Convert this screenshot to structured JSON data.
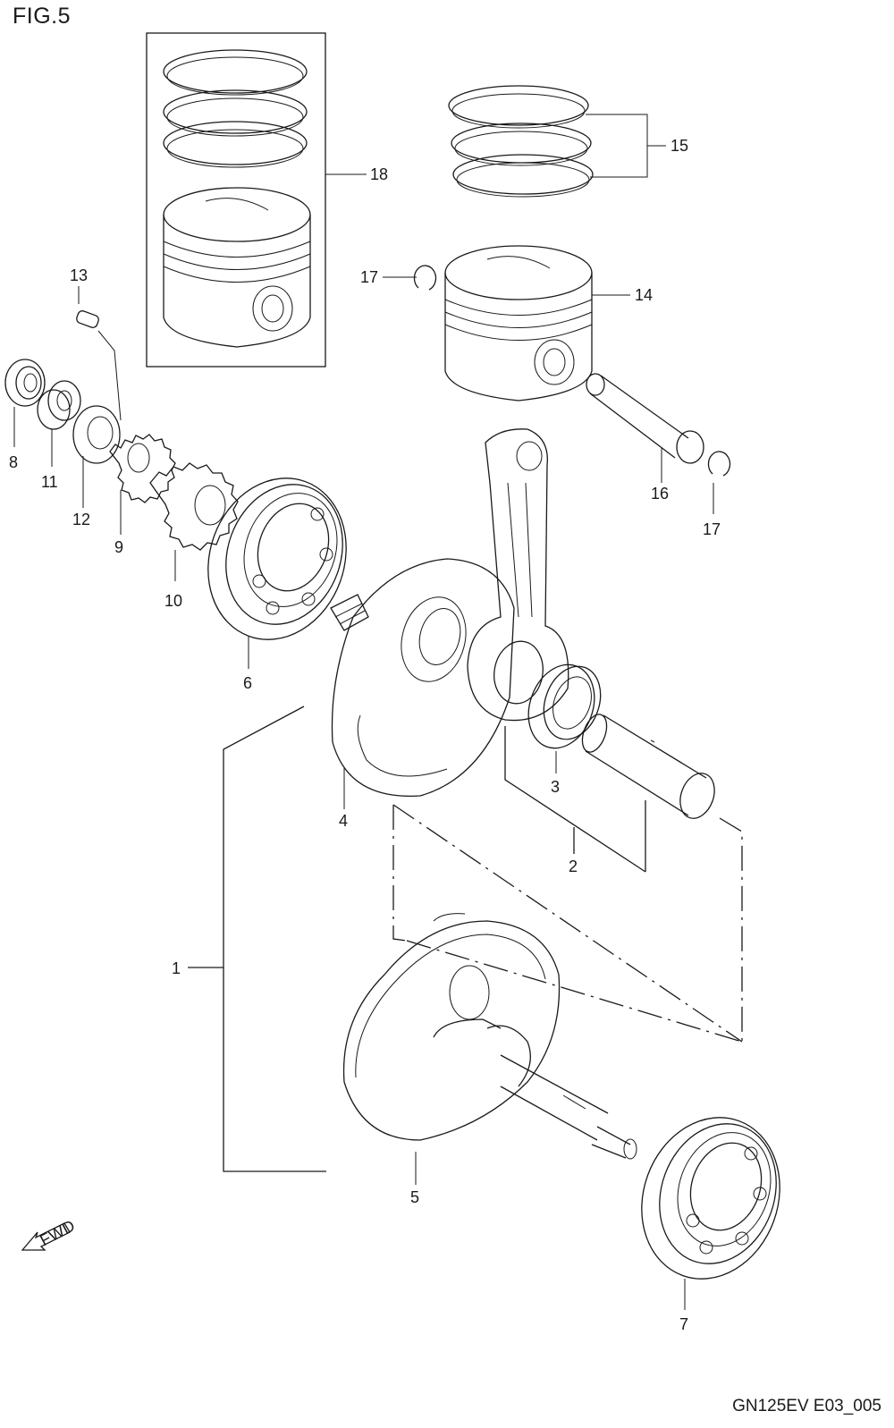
{
  "figure_title": "FIG.5",
  "drawing_code": "GN125EV E03_005",
  "fwd_label": "FWD",
  "callouts": {
    "p1": "1",
    "p2": "2",
    "p3": "3",
    "p4": "4",
    "p5": "5",
    "p6": "6",
    "p7": "7",
    "p8": "8",
    "p9": "9",
    "p10": "10",
    "p11": "11",
    "p12": "12",
    "p13": "13",
    "p14": "14",
    "p15": "15",
    "p16": "16",
    "p17a": "17",
    "p17b": "17",
    "p18": "18"
  }
}
